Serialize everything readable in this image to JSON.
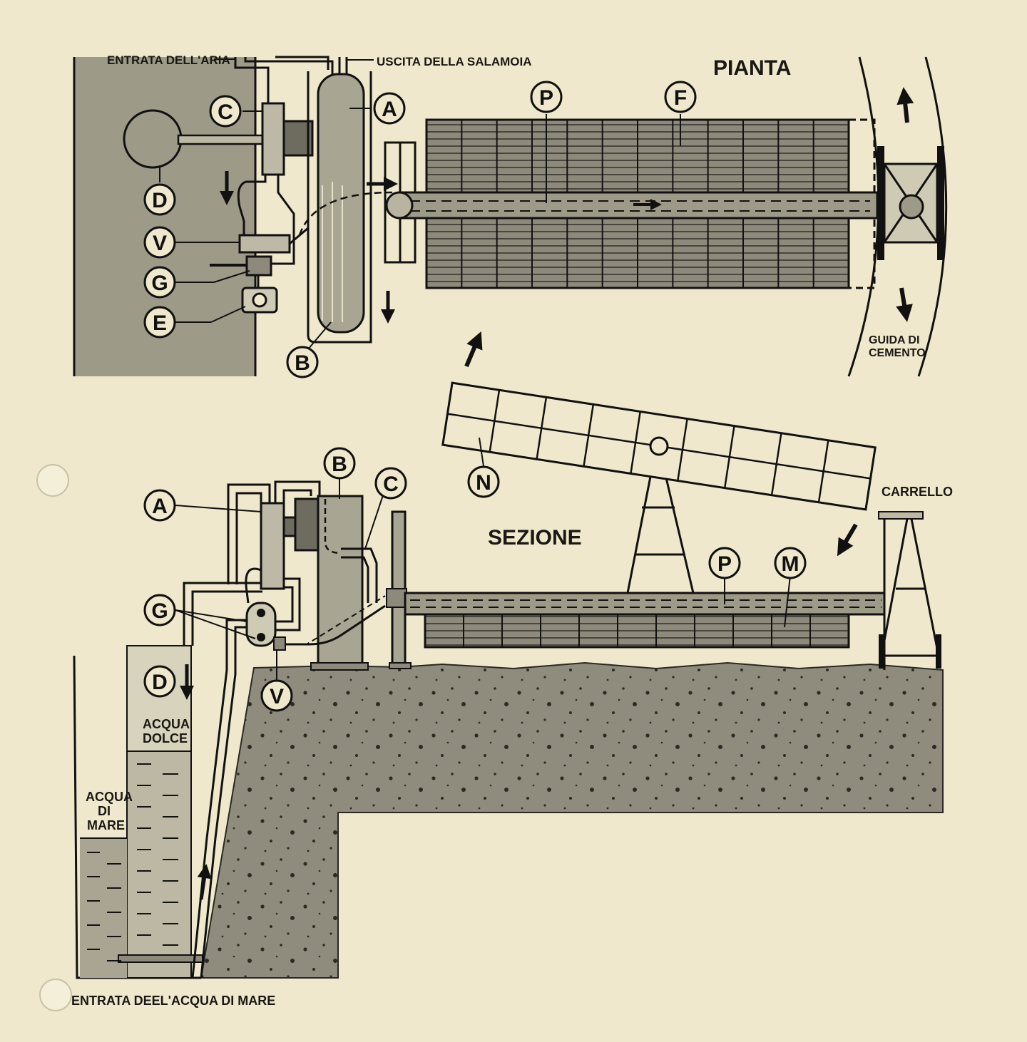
{
  "colors": {
    "paper": "#efe8cc",
    "ink": "#141210",
    "panel": "#9d9a88",
    "ground": "#8e8b7c",
    "ground_dark": "#5a584f",
    "water": "#d8d3bd"
  },
  "plan": {
    "title": "PIANTA",
    "air_inlet_label": "ENTRATA DELL'ARIA",
    "brine_outlet_label": "USCITA DELLA SALAMOIA",
    "guide_label_line1": "GUIDA DI",
    "guide_label_line2": "CEMENTO",
    "callouts": [
      "C",
      "A",
      "P",
      "F",
      "D",
      "V",
      "G",
      "E",
      "B"
    ]
  },
  "section": {
    "title": "SEZIONE",
    "trolley_label": "CARRELLO",
    "fresh_water_line1": "ACQUA",
    "fresh_water_line2": "DOLCE",
    "sea_water_line1": "ACQUA",
    "sea_water_line2": "DI",
    "sea_water_line3": "MARE",
    "sea_inlet_label": "ENTRATA DEEL'ACQUA DI MARE",
    "callouts": [
      "A",
      "B",
      "C",
      "N",
      "P",
      "M",
      "G",
      "D",
      "V"
    ]
  }
}
